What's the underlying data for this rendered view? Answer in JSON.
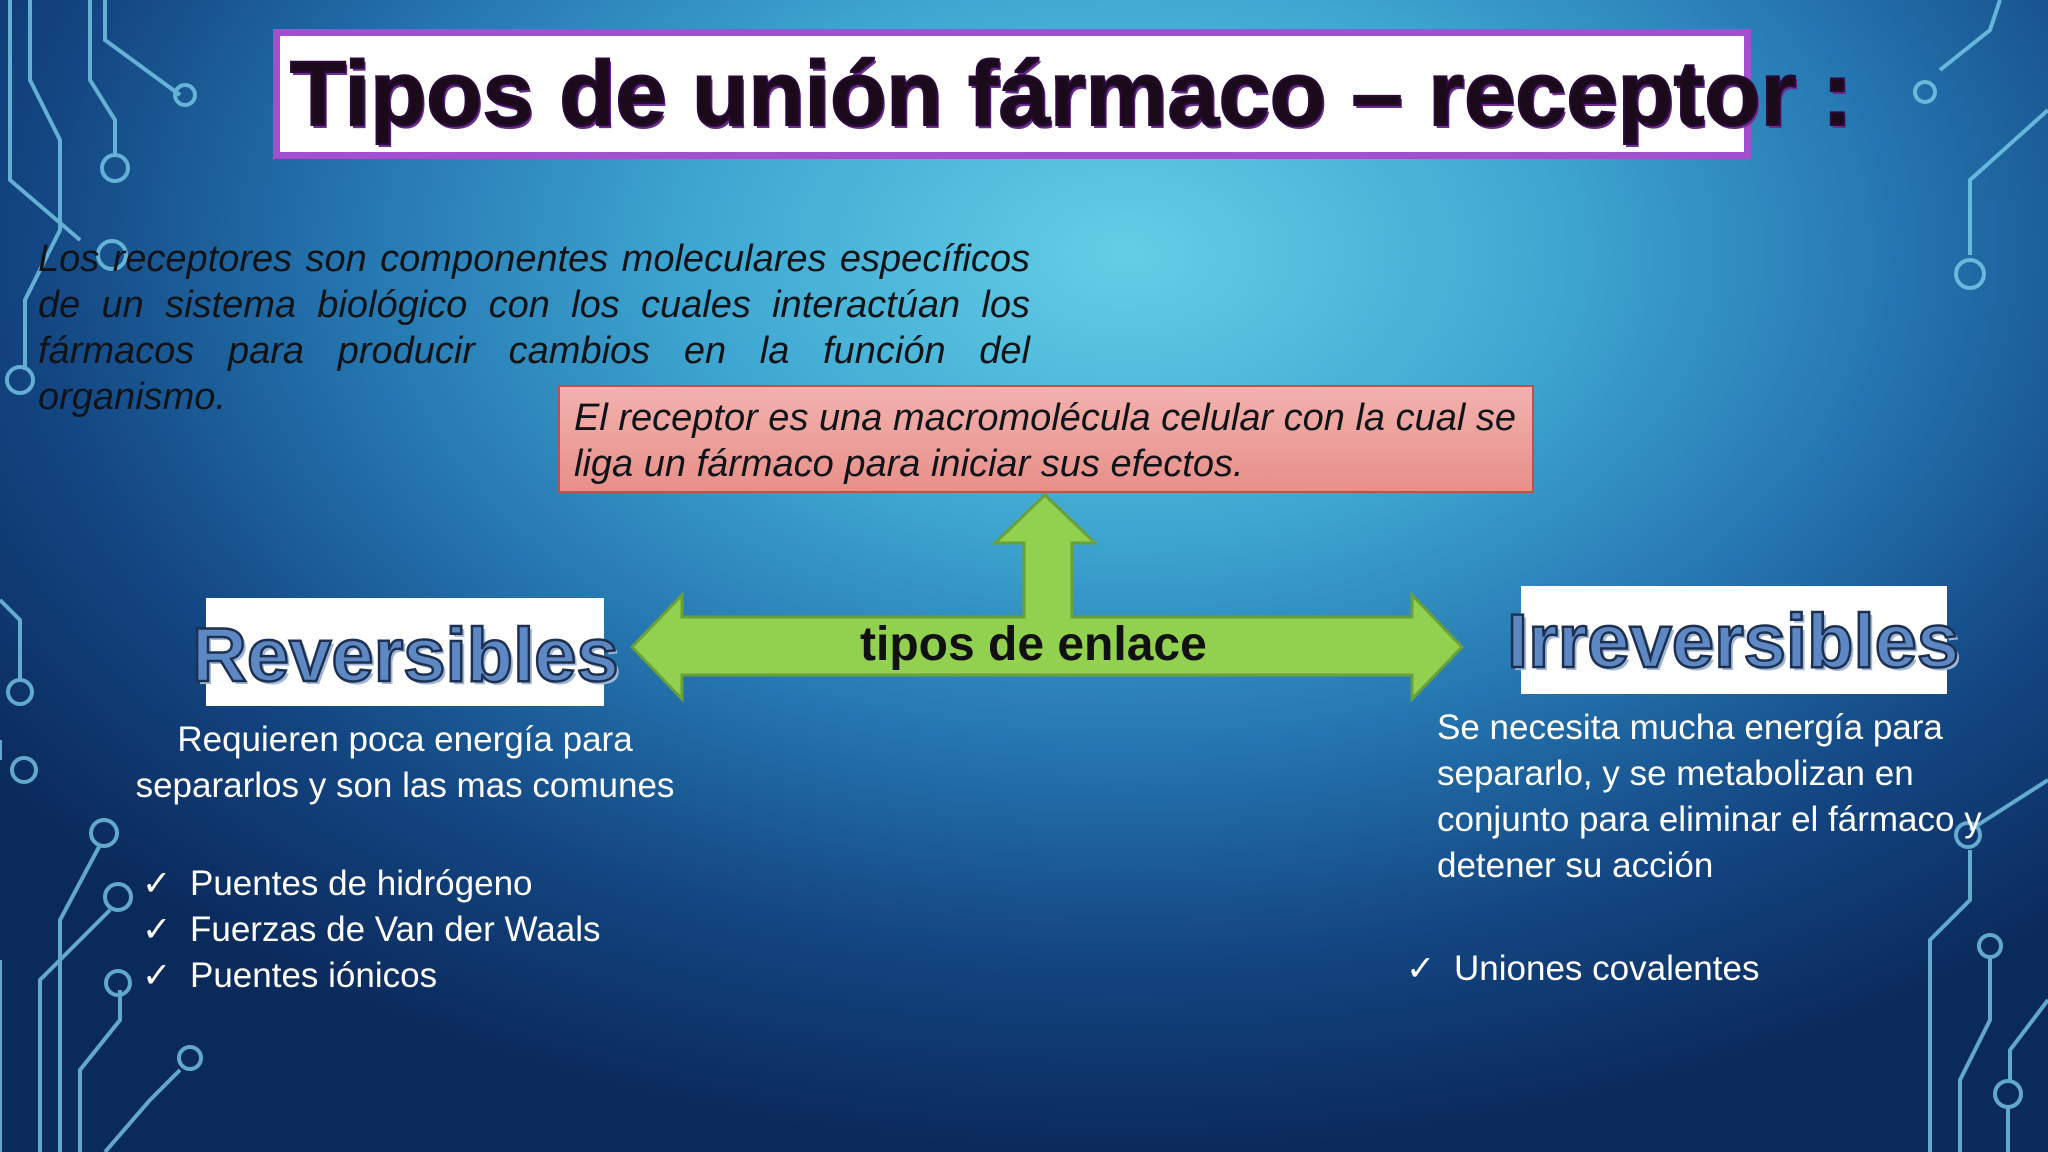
{
  "title": "Tipos de unión fármaco – receptor :",
  "intro": "Los receptores son componentes moleculares específicos de un sistema biológico con los cuales interactúan los fármacos para producir cambios en la función del organismo.",
  "definition": "El receptor es una macromolécula celular con la cual se liga un fármaco para iniciar sus efectos.",
  "arrow_label": "tipos de enlace",
  "reversible": {
    "label": "Reversibles",
    "description": "Requieren poca energía para separarlos y son las mas comunes",
    "items": [
      "Puentes de hidrógeno",
      "Fuerzas de Van der Waals",
      "Puentes iónicos"
    ]
  },
  "irreversible": {
    "label": "Irreversibles",
    "description": "Se necesita mucha energía para separarlo, y se metabolizan en conjunto para eliminar el fármaco y detener su acción",
    "items": [
      "Uniones covalentes"
    ]
  },
  "check_glyph": "✓",
  "colors": {
    "title_border": "#a44fd0",
    "arrow_fill": "#92d050",
    "definition_fill": "#e99a94",
    "label_fill": "#5e88c4"
  }
}
